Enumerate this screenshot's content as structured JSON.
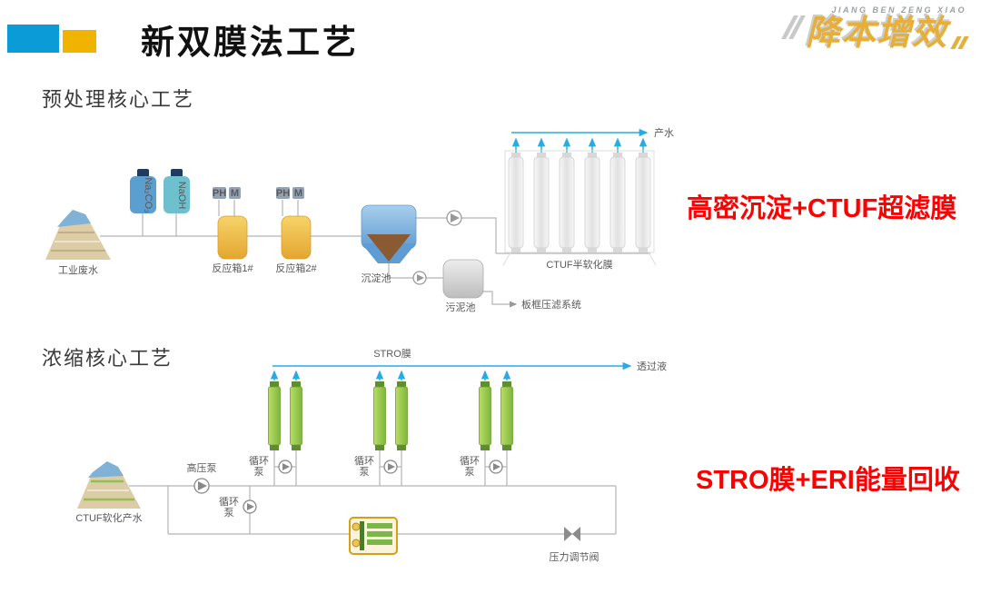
{
  "slide": {
    "title": "新双膜法工艺",
    "logo": {
      "tagline": "JIANG BEN ZENG XIAO",
      "brand": "降本增效"
    }
  },
  "colors": {
    "accent_blue": "#0B9BD7",
    "accent_yellow": "#F0B400",
    "annotation_red": "#FE0000",
    "brand_gold": "#E7AF37",
    "flow_line_blue": "#29ABE2",
    "membrane_green": "#7FB63B"
  },
  "pretreatment": {
    "heading": "预处理核心工艺",
    "annotation": "高密沉淀+CTUF超滤膜",
    "labels": {
      "feed": "工业废水",
      "chem_na2co3": "Na₂CO₃",
      "chem_naoh": "NaOH",
      "ph_badge": "PH",
      "mixer_badge": "M",
      "reactor1": "反应箱1#",
      "reactor2": "反应箱2#",
      "sedimentation": "沉淀池",
      "sludge": "污泥池",
      "filter_press": "板框压滤系统",
      "membrane": "CTUF半软化膜",
      "product_water": "产水"
    }
  },
  "concentration": {
    "heading": "浓缩核心工艺",
    "annotation": "STRO膜+ERI能量回收",
    "labels": {
      "membrane": "STRO膜",
      "permeate": "透过液",
      "feed": "CTUF软化产水",
      "hp_pump": "高压泵",
      "circ_pump_line1": "循环",
      "circ_pump_line2": "泵",
      "valve": "压力调节阀"
    }
  }
}
